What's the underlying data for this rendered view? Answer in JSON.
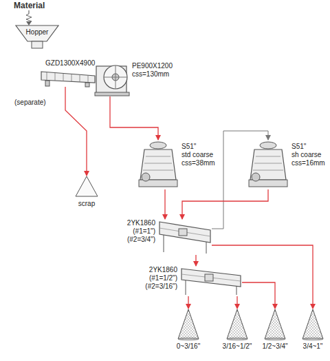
{
  "diagram": {
    "nodes": [
      {
        "text": [
          "Hopper"
        ]
      },
      {
        "text": [
          "GZD1300X4900"
        ]
      },
      {
        "text": [
          "PE900X1200",
          "css=130mm"
        ]
      },
      {
        "text": [
          "S51\"",
          "std coarse",
          "css=38mm"
        ]
      },
      {
        "text": [
          "S51\"",
          "sh coarse",
          "css=16mm"
        ]
      },
      {
        "text": [
          "2YK1860",
          "(#1=1\")",
          "(#2=3/4\")"
        ]
      },
      {
        "text": [
          "2YK1860",
          "(#1=1/2\")",
          "(#2=3/16\")"
        ]
      },
      {
        "text": [
          "scrap"
        ]
      },
      {
        "text": [
          "0~3/16\""
        ]
      },
      {
        "text": [
          "3/16~1/2\""
        ]
      },
      {
        "text": [
          "1/2~3/4\""
        ]
      },
      {
        "text": [
          "3/4~1\""
        ]
      }
    ],
    "edges": [
      {
        "from": 1,
        "to": 7,
        "arrow": "to",
        "label": "(separate)"
      },
      {
        "from": 2,
        "to": 3,
        "arrow": "to"
      },
      {
        "from": 3,
        "to": 5,
        "arrow": "to"
      },
      {
        "from": 5,
        "to": 4,
        "arrow": "to"
      },
      {
        "from": 4,
        "to": 5,
        "arrow": "to"
      },
      {
        "from": 5,
        "to": 6,
        "arrow": "to"
      },
      {
        "from": 5,
        "to": 11,
        "arrow": "to"
      },
      {
        "from": 6,
        "to": 8,
        "arrow": "to"
      },
      {
        "from": 6,
        "to": 9,
        "arrow": "to"
      },
      {
        "from": 6,
        "to": 10,
        "arrow": "to"
      }
    ],
    "labels": [
      "Material"
    ]
  }
}
